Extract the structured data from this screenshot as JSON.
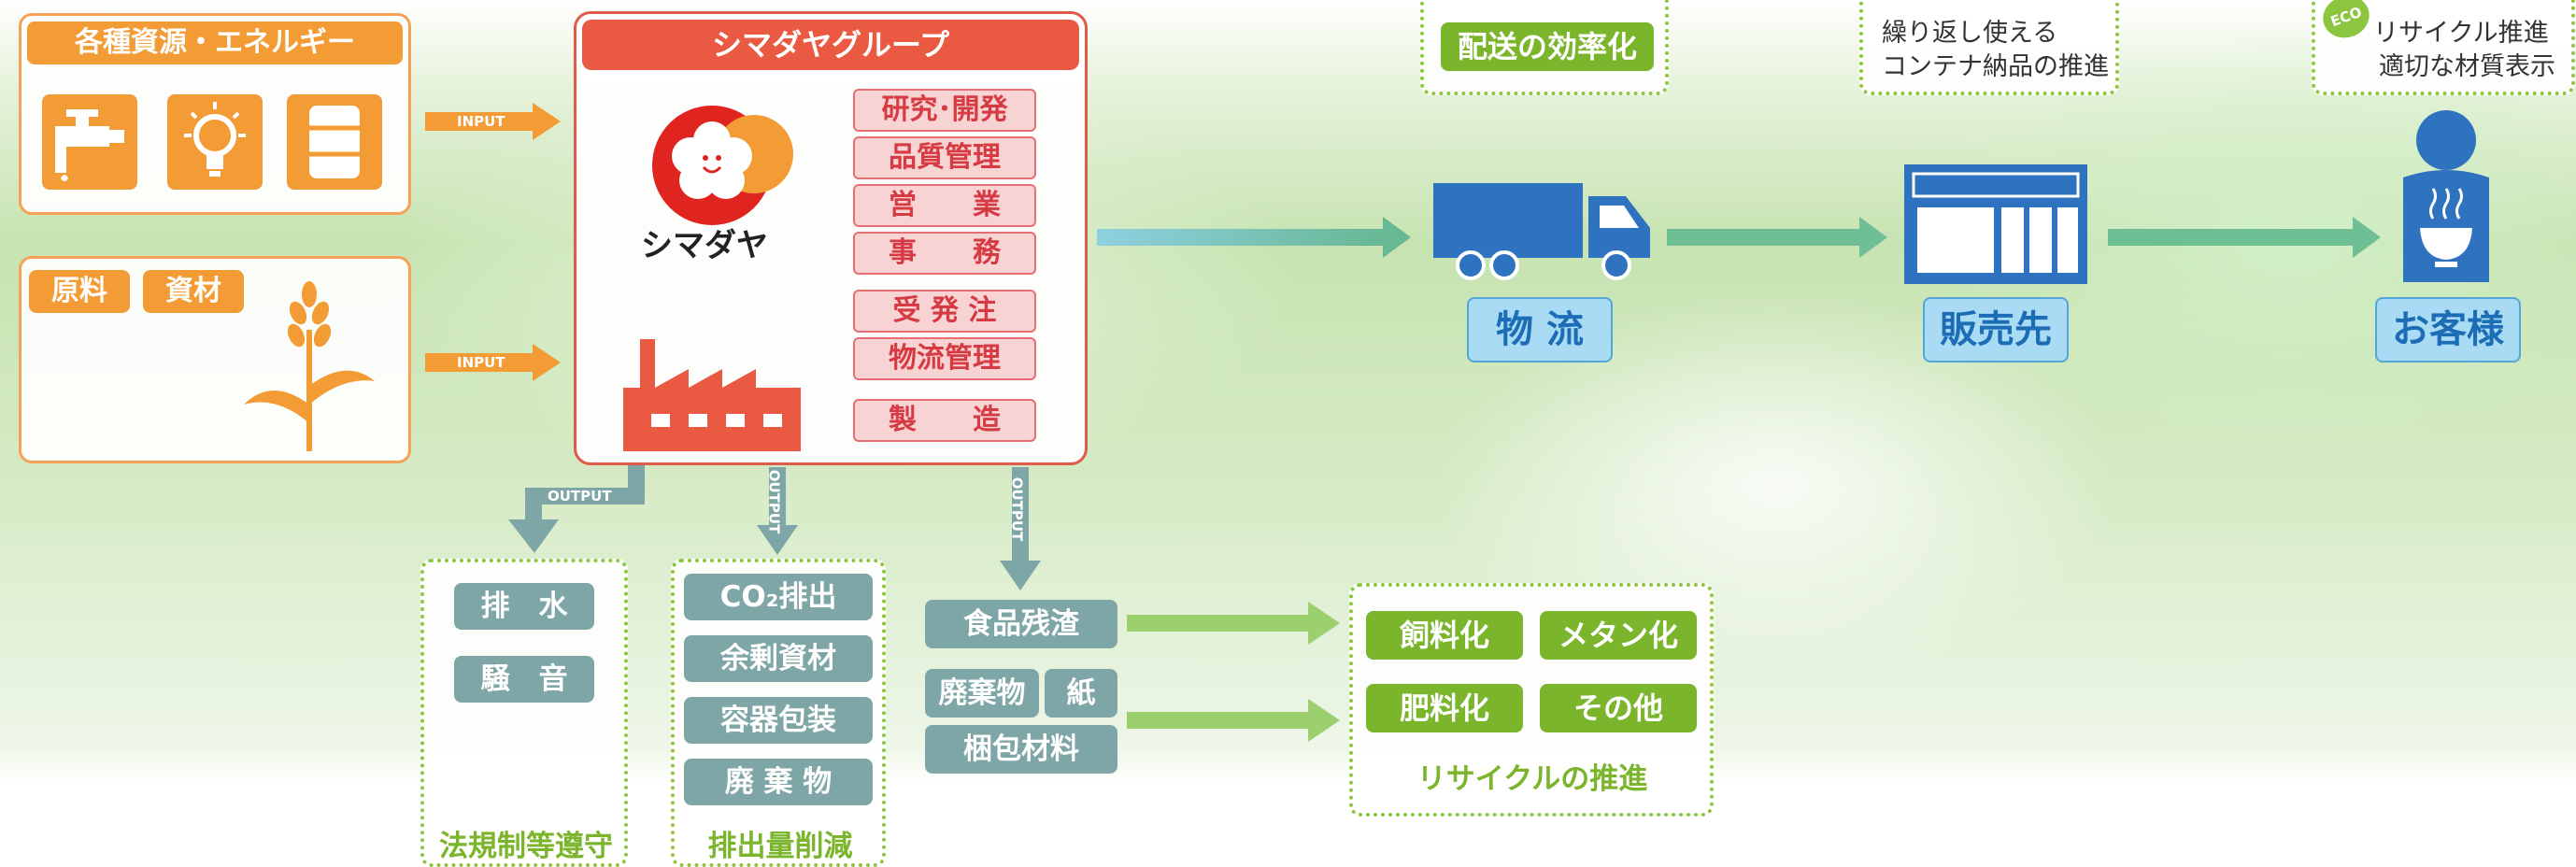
{
  "resources": {
    "title": "各種資源・エネルギー",
    "icons": [
      "faucet-icon",
      "lightbulb-icon",
      "oil-drum-icon"
    ]
  },
  "materials": {
    "tag1": "原料",
    "tag2": "資材",
    "icon": "wheat-icon"
  },
  "arrows": {
    "input": "INPUT",
    "output": "OUTPUT"
  },
  "group": {
    "title": "シマダヤグループ",
    "logo_text": "シマダヤ",
    "departments": [
      "研究･開発",
      "品質管理",
      "営　　業",
      "事　　務",
      "受 発 注",
      "物流管理",
      "製　　造"
    ]
  },
  "flow": {
    "logistics": "物 流",
    "retailer": "販売先",
    "customer": "お客様"
  },
  "notes": {
    "delivery": "配送の効率化",
    "container_line1": "繰り返し使える",
    "container_line2": "コンテナ納品の推進",
    "eco_badge": "ECO",
    "recycle_line1": "リサイクル推進",
    "recycle_line2": "適切な材質表示"
  },
  "outputs": {
    "compliance": {
      "items": [
        "排　水",
        "騒　音"
      ],
      "caption": "法規制等遵守"
    },
    "reduction": {
      "items": [
        "CO₂排出",
        "余剰資材",
        "容器包装",
        "廃 棄 物"
      ],
      "caption": "排出量削減"
    },
    "waste": {
      "food": "食品残渣",
      "waste": "廃棄物",
      "paper": "紙",
      "packing": "梱包材料"
    },
    "recycling": {
      "items": [
        "飼料化",
        "メタン化",
        "肥料化",
        "その他"
      ],
      "caption": "リサイクルの推進"
    }
  },
  "colors": {
    "orange": "#f39b34",
    "red": "#ea5a42",
    "blue": "#2f73c0",
    "green": "#7ab52c",
    "gray": "#7fa6a6"
  }
}
